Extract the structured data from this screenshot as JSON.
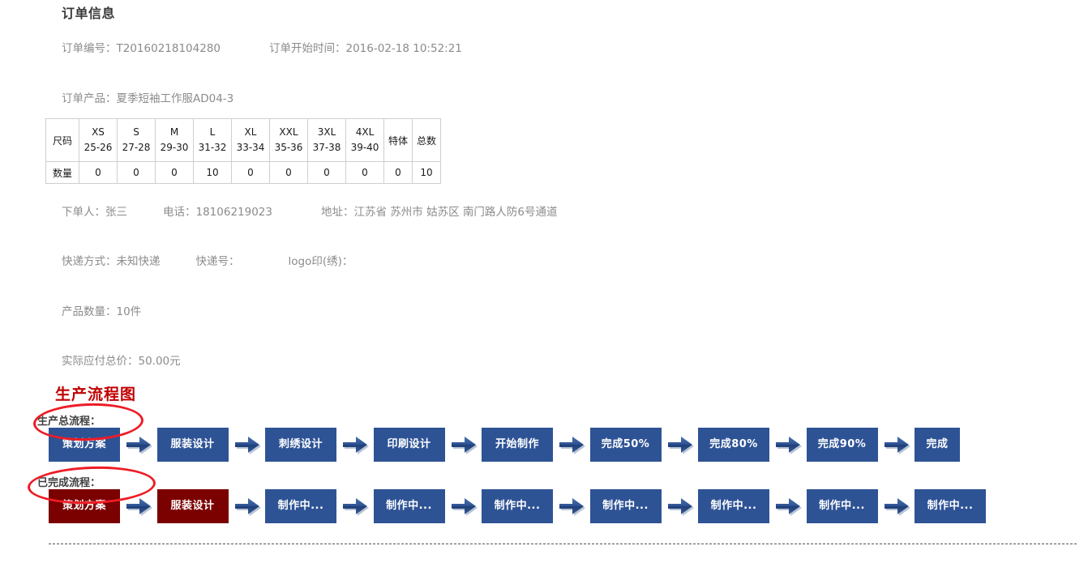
{
  "order": {
    "heading": "订单信息",
    "order_no_label": "订单编号：",
    "order_no_value": "T20160218104280",
    "start_time_label": "订单开始时间：",
    "start_time_value": "2016-02-18 10:52:21",
    "product_label": "订单产品：",
    "product_value": "夏季短袖工作服AD04-3",
    "orderer_label": "下单人：",
    "orderer_value": "张三",
    "phone_label": "电话：",
    "phone_value": "18106219023",
    "address_label": "地址：",
    "address_value": "江苏省 苏州市 姑苏区 南门路人防6号通道",
    "express_method_label": "快递方式：",
    "express_method_value": "未知快递",
    "express_no_label": "快递号：",
    "express_no_value": "",
    "logo_print_label": "logo印(绣)：",
    "logo_print_value": "",
    "quantity_label": "产品数量：",
    "quantity_value": "10件",
    "total_label": "实际应付总价：",
    "total_value": "50.00元"
  },
  "size_table": {
    "row_label_size": "尺码",
    "row_label_qty": "数量",
    "columns": [
      {
        "size": "XS",
        "range": "25-26"
      },
      {
        "size": "S",
        "range": "27-28"
      },
      {
        "size": "M",
        "range": "29-30"
      },
      {
        "size": "L",
        "range": "31-32"
      },
      {
        "size": "XL",
        "range": "33-34"
      },
      {
        "size": "XXL",
        "range": "35-36"
      },
      {
        "size": "3XL",
        "range": "37-38"
      },
      {
        "size": "4XL",
        "range": "39-40"
      }
    ],
    "special_label": "特体",
    "total_label": "总数",
    "quantities": [
      "0",
      "0",
      "0",
      "10",
      "0",
      "0",
      "0",
      "0"
    ],
    "special_qty": "0",
    "total_qty": "10"
  },
  "flow": {
    "title": "生产流程图",
    "total_row_label": "生产总流程：",
    "done_row_label": "已完成流程：",
    "colors": {
      "blue": "#2e5395",
      "maroon": "#7b0000",
      "arrow": "#2e5395",
      "annotation_red": "#ee1c25",
      "title_red": "#c00000"
    },
    "total_steps": [
      {
        "label": "策划方案",
        "state": "blue"
      },
      {
        "label": "服装设计",
        "state": "blue"
      },
      {
        "label": "刺绣设计",
        "state": "blue"
      },
      {
        "label": "印刷设计",
        "state": "blue"
      },
      {
        "label": "开始制作",
        "state": "blue"
      },
      {
        "label": "完成50%",
        "state": "blue"
      },
      {
        "label": "完成80%",
        "state": "blue"
      },
      {
        "label": "完成90%",
        "state": "blue"
      },
      {
        "label": "完成",
        "state": "blue"
      }
    ],
    "done_steps": [
      {
        "label": "策划方案",
        "state": "maroon"
      },
      {
        "label": "服装设计",
        "state": "maroon"
      },
      {
        "label": "制作中...",
        "state": "blue"
      },
      {
        "label": "制作中...",
        "state": "blue"
      },
      {
        "label": "制作中...",
        "state": "blue"
      },
      {
        "label": "制作中...",
        "state": "blue"
      },
      {
        "label": "制作中...",
        "state": "blue"
      },
      {
        "label": "制作中...",
        "state": "blue"
      },
      {
        "label": "制作中...",
        "state": "blue"
      }
    ]
  }
}
